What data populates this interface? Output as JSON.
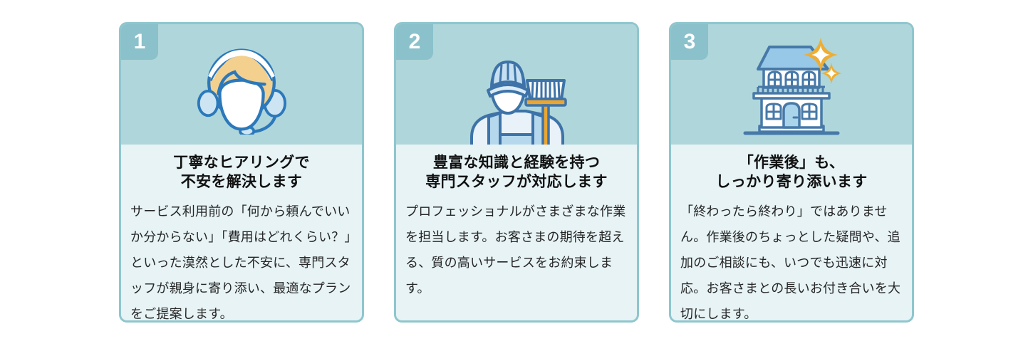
{
  "section": {
    "name": "service-feature-cards",
    "colors": {
      "card_border": "#8fc6ce",
      "illustration_bg": "#afd6da",
      "text_bg": "#e7f3f5",
      "badge_bg": "#8bc1ca",
      "title_color": "#111111",
      "body_color": "#262626",
      "accent_blue": "#2b78bb",
      "accent_yellow": "#eca62f"
    }
  },
  "cards": [
    {
      "number": "1",
      "icon": "headset-operator-icon",
      "title": "丁寧なヒアリングで\n不安を解決します",
      "body": "サービス利用前の「何から頼んでいいか分からない」「費用はどれくらい？」といった漠然とした不安に、専門スタッフが親身に寄り添い、最適なプランをご提案します。"
    },
    {
      "number": "2",
      "icon": "cleaning-staff-icon",
      "title": "豊富な知識と経験を持つ\n専門スタッフが対応します",
      "body": "プロフェッショナルがさまざまな作業を担当します。お客さまの期待を超える、質の高いサービスをお約束します。"
    },
    {
      "number": "3",
      "icon": "sparkling-house-icon",
      "title": "「作業後」も、\nしっかり寄り添います",
      "body": "「終わったら終わり」ではありません。作業後のちょっとした疑問や、追加のご相談にも、いつでも迅速に対応。お客さまとの長いお付き合いを大切にします。"
    }
  ]
}
